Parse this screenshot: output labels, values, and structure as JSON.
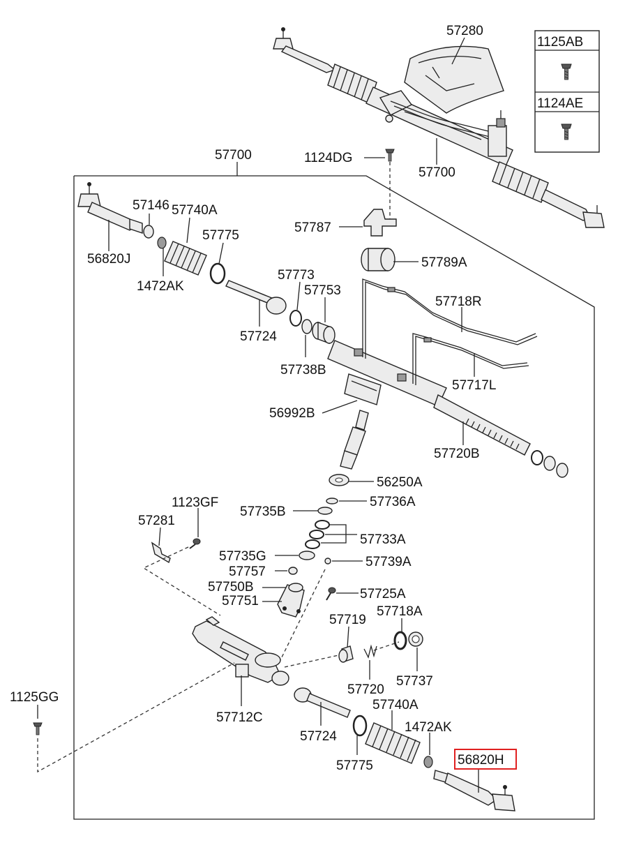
{
  "legend": {
    "items": [
      {
        "code": "1125AB",
        "icon": "bolt-icon"
      },
      {
        "code": "1124AE",
        "icon": "bolt-icon"
      }
    ]
  },
  "labels": {
    "p57280": "57280",
    "p57700_top": "57700",
    "p57700_main": "57700",
    "p1124DG": "1124DG",
    "p57146": "57146",
    "p57740A_1": "57740A",
    "p57775_1": "57775",
    "p56820J": "56820J",
    "p1472AK_1": "1472AK",
    "p57787": "57787",
    "p57789A": "57789A",
    "p57773": "57773",
    "p57753": "57753",
    "p57718R": "57718R",
    "p57724_1": "57724",
    "p57738B": "57738B",
    "p57717L": "57717L",
    "p56992B": "56992B",
    "p57720B": "57720B",
    "p56250A": "56250A",
    "p1123GF": "1123GF",
    "p57735B": "57735B",
    "p57736A": "57736A",
    "p57281": "57281",
    "p57733A": "57733A",
    "p57735G": "57735G",
    "p57739A": "57739A",
    "p57757": "57757",
    "p57750B": "57750B",
    "p57725A": "57725A",
    "p57751": "57751",
    "p57719": "57719",
    "p57718A": "57718A",
    "p1125GG": "1125GG",
    "p57712C": "57712C",
    "p57720": "57720",
    "p57737": "57737",
    "p57740A_2": "57740A",
    "p1472AK_2": "1472AK",
    "p57724_2": "57724",
    "p57775_2": "57775",
    "p56820H": "56820H"
  },
  "highlight": {
    "part": "56820H",
    "color": "#e02020"
  }
}
